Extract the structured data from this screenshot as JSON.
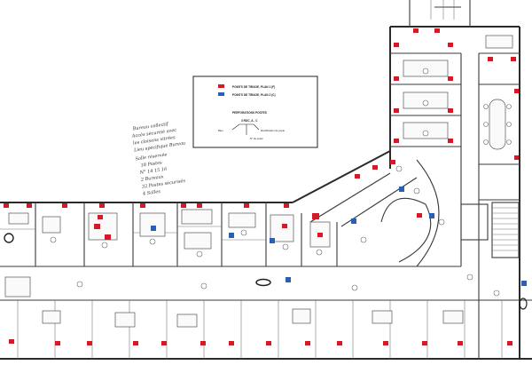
{
  "legend": {
    "items": [
      {
        "label": "POINTS DE TIRAGE, PLAN 1 (F)",
        "color": "#d11a2a"
      },
      {
        "label": "POINTS DE TIRAGE, PLAN 2 (C)",
        "color": "#2a5fb8"
      }
    ],
    "section_title": "PERFORATIONS POSTES",
    "code": "3 RDC, A - C",
    "note_left": "Bleu",
    "note_right": "identification de poste",
    "note_bottom": "N° de poste"
  },
  "handwritten_notes": [
    "Bureau collectif",
    "Accès sécurisé avec",
    "les cloisons vitrées",
    "Lieu spécifique Bureau",
    "Salle réservée",
    "18 Postes",
    "N° 14 15 16",
    "2 Bureaux",
    "32 Postes sécurisés",
    "4 Salles"
  ],
  "colors": {
    "drop_red": "#d11a2a",
    "drop_blue": "#2a5fb8",
    "walls": "#2a2a2a"
  }
}
